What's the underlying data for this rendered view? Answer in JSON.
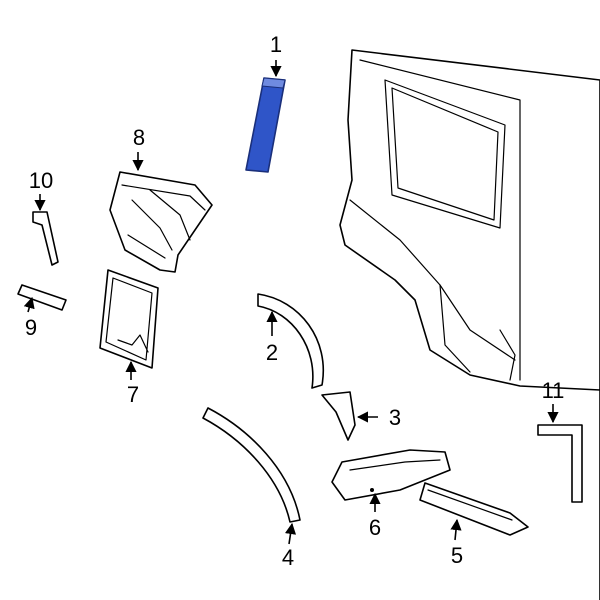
{
  "diagram": {
    "highlight_color": "#2f55c8",
    "highlighted_part": "1",
    "callouts": [
      {
        "id": "c1",
        "label": "1"
      },
      {
        "id": "c2",
        "label": "2"
      },
      {
        "id": "c3",
        "label": "3"
      },
      {
        "id": "c4",
        "label": "4"
      },
      {
        "id": "c5",
        "label": "5"
      },
      {
        "id": "c6",
        "label": "6"
      },
      {
        "id": "c7",
        "label": "7"
      },
      {
        "id": "c8",
        "label": "8"
      },
      {
        "id": "c9",
        "label": "9"
      },
      {
        "id": "c10",
        "label": "10"
      },
      {
        "id": "c11",
        "label": "11"
      }
    ]
  }
}
